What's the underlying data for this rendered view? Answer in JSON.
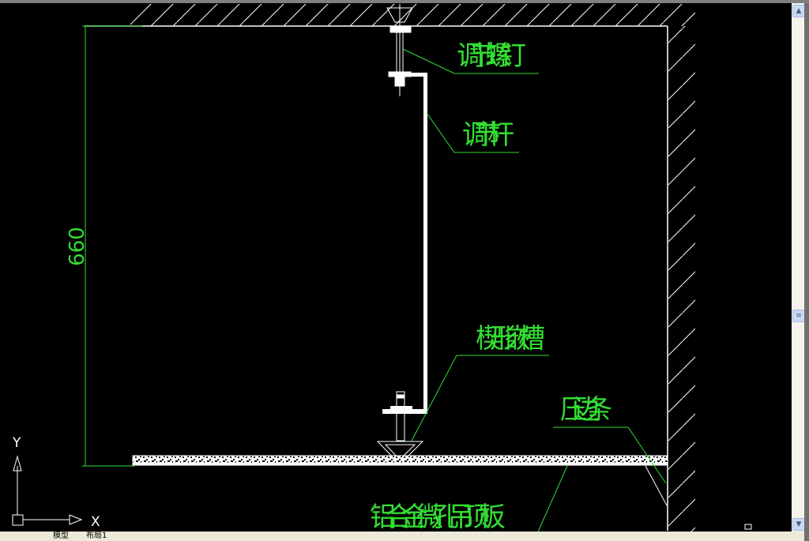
{
  "drawing": {
    "dimension": "660",
    "labels": {
      "adjust_screw": "调节螺钉",
      "adjust_rod": "调节杆",
      "wedge_groove": "楔形嵌槽",
      "edge_strip": "压边条",
      "ceiling_panel": "铝合金微孔吊顶板"
    },
    "ucs": {
      "x": "X",
      "y": "Y"
    },
    "colors": {
      "background": "#000000",
      "geometry": "#ffffff",
      "annotation": "#33dd33"
    }
  },
  "tabs": [
    {
      "label": "模型"
    },
    {
      "label": "布局1"
    }
  ]
}
